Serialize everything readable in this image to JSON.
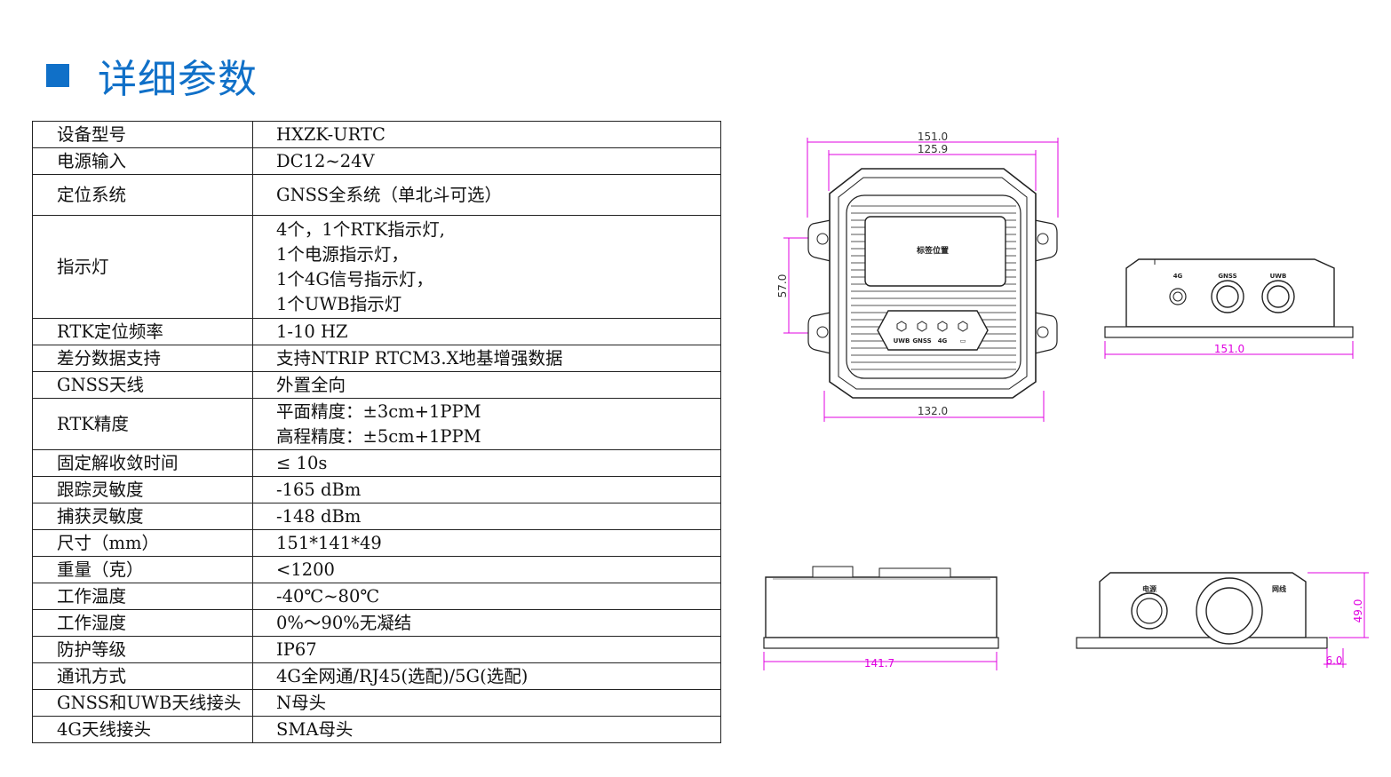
{
  "page": {
    "title": "详细参数",
    "accent_color": "#1070c8"
  },
  "spec_rows": [
    {
      "key": "设备型号",
      "lines": [
        "HXZK-URTC"
      ]
    },
    {
      "key": "电源输入",
      "lines": [
        "DC12~24V"
      ]
    },
    {
      "key": "定位系统",
      "lines": [
        "GNSS全系统（单北斗可选）"
      ]
    },
    {
      "key": "指示灯",
      "lines": [
        "4个，1个RTK指示灯,",
        "1个电源指示灯，",
        "1个4G信号指示灯，",
        "1个UWB指示灯"
      ]
    },
    {
      "key": "RTK定位频率",
      "lines": [
        "1-10 HZ"
      ]
    },
    {
      "key": "差分数据支持",
      "lines": [
        "支持NTRIP RTCM3.X地基增强数据"
      ]
    },
    {
      "key": "GNSS天线",
      "lines": [
        "外置全向"
      ]
    },
    {
      "key": "RTK精度",
      "lines": [
        "平面精度：±3cm+1PPM",
        "高程精度：±5cm+1PPM"
      ]
    },
    {
      "key": "固定解收敛时间",
      "lines": [
        "≤ 10s"
      ]
    },
    {
      "key": "跟踪灵敏度",
      "lines": [
        "-165 dBm"
      ]
    },
    {
      "key": "捕获灵敏度",
      "lines": [
        "-148 dBm"
      ]
    },
    {
      "key": "尺寸（mm）",
      "lines": [
        "151*141*49"
      ]
    },
    {
      "key": "重量（克）",
      "lines": [
        "<1200"
      ]
    },
    {
      "key": "工作温度",
      "lines": [
        "-40℃~80℃"
      ]
    },
    {
      "key": "工作湿度",
      "lines": [
        "0%～90%无凝结"
      ]
    },
    {
      "key": "防护等级",
      "lines": [
        "IP67"
      ]
    },
    {
      "key": "通讯方式",
      "lines": [
        "4G全网通/RJ45(选配)/5G(选配)"
      ]
    },
    {
      "key": "GNSS和UWB天线接头",
      "lines": [
        "N母头"
      ]
    },
    {
      "key": "4G天线接头",
      "lines": [
        "SMA母头"
      ]
    }
  ],
  "drawings": {
    "top_view": {
      "dim_overall_width": "151.0",
      "dim_inner_width": "125.9",
      "dim_height": "57.0",
      "dim_bottom_width": "132.0",
      "label_area": "标签位置",
      "led_labels": [
        "UWB",
        "GNSS",
        "4G",
        "▭"
      ]
    },
    "side_view_connectors": {
      "port_labels": [
        "4G",
        "GNSS",
        "UWB"
      ],
      "dim_width": "151.0"
    },
    "side_view_plain": {
      "dim_width": "141.7"
    },
    "side_view_power": {
      "port_labels": [
        "电源",
        "网线"
      ],
      "dim_height": "49.0",
      "dim_flange": "6.0"
    }
  }
}
